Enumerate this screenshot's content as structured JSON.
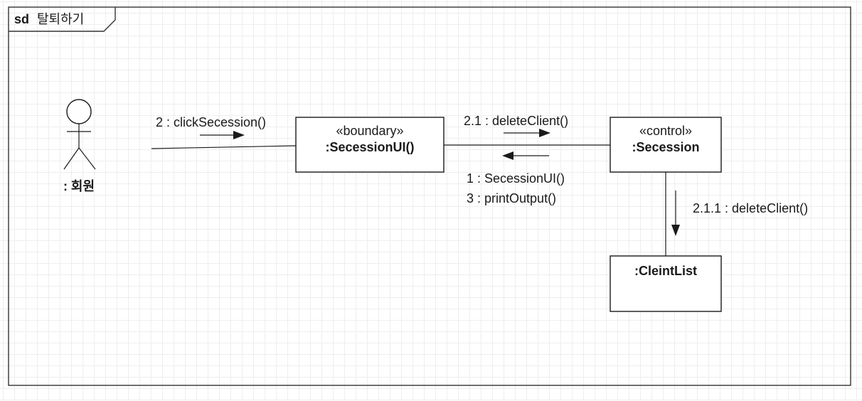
{
  "frame": {
    "keyword": "sd",
    "name": "탈퇴하기"
  },
  "actor": {
    "label": ": 회원"
  },
  "objects": {
    "secession_ui": {
      "stereotype": "«boundary»",
      "name": ":SecessionUI()"
    },
    "secession": {
      "stereotype": "«control»",
      "name": ":Secession"
    },
    "client_list": {
      "name": ":CleintList"
    }
  },
  "messages": {
    "click_secession": "2 : clickSecession()",
    "delete_client": "2.1 : deleteClient()",
    "secession_ui_call": "1 : SecessionUI()",
    "print_output": "3 : printOutput()",
    "delete_client_nested": "2.1.1 : deleteClient()"
  }
}
